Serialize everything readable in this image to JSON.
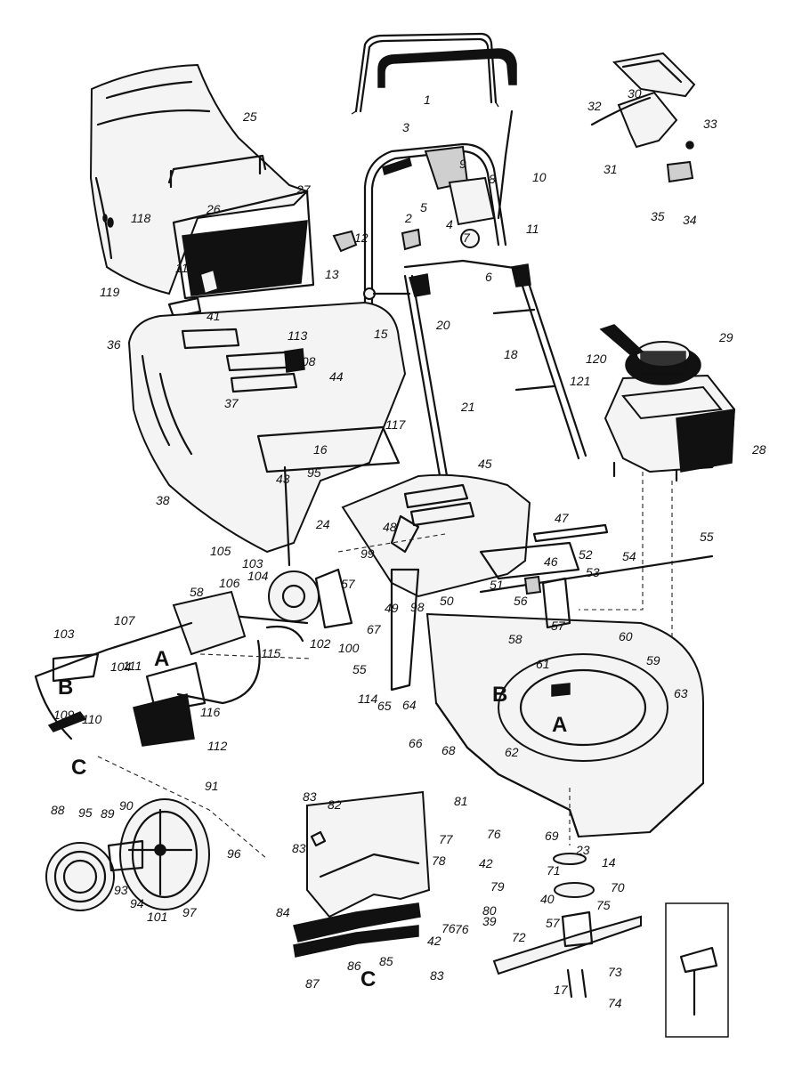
{
  "parts": [
    "1",
    "2",
    "3",
    "4",
    "5",
    "6",
    "7",
    "8",
    "9",
    "10",
    "11",
    "12",
    "13",
    "14",
    "15",
    "16",
    "17",
    "18",
    "20",
    "21",
    "23",
    "24",
    "25",
    "26",
    "27",
    "28",
    "29",
    "30",
    "31",
    "32",
    "33",
    "34",
    "35",
    "36",
    "37",
    "38",
    "39",
    "40",
    "41",
    "42",
    "43",
    "44",
    "45",
    "46",
    "47",
    "48",
    "49",
    "50",
    "51",
    "52",
    "53",
    "54",
    "55",
    "56",
    "57",
    "58",
    "59",
    "60",
    "61",
    "62",
    "63",
    "64",
    "65",
    "66",
    "67",
    "68",
    "69",
    "70",
    "71",
    "72",
    "73",
    "74",
    "75",
    "76",
    "77",
    "78",
    "79",
    "80",
    "81",
    "82",
    "83",
    "84",
    "85",
    "86",
    "87",
    "88",
    "89",
    "90",
    "91",
    "93",
    "94",
    "95",
    "96",
    "97",
    "98",
    "99",
    "100",
    "101",
    "102",
    "103",
    "104",
    "105",
    "106",
    "107",
    "108",
    "109",
    "110",
    "111",
    "112",
    "113",
    "114",
    "115",
    "116",
    "117",
    "118",
    "119",
    "120",
    "121"
  ],
  "letters": [
    "A",
    "B",
    "C"
  ]
}
